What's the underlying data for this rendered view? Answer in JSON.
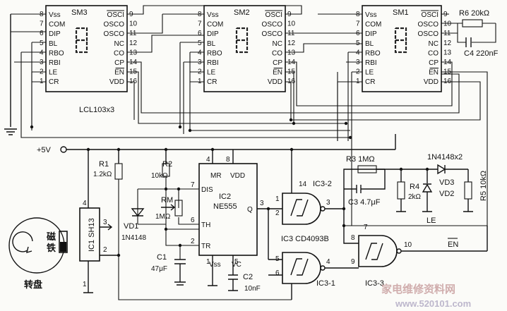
{
  "displays": [
    {
      "name": "SM3",
      "left": [
        "Vss",
        "COM",
        "DIP",
        "BL",
        "RBO",
        "RBI",
        "LE",
        "CR"
      ],
      "left_pins": [
        "8",
        "7",
        "6",
        "5",
        "4",
        "3",
        "2",
        "1"
      ],
      "right": [
        "OSCI",
        "OSCO",
        "OSCO",
        "NC",
        "CO",
        "CP",
        "EN",
        "VDD"
      ],
      "right_pins": [
        "9",
        "10",
        "11",
        "12",
        "13",
        "14",
        "15",
        "16"
      ]
    },
    {
      "name": "SM2",
      "left": [
        "Vss",
        "COM",
        "DIP",
        "BL",
        "RBO",
        "RBI",
        "LE",
        "CR"
      ],
      "left_pins": [
        "8",
        "7",
        "6",
        "5",
        "4",
        "3",
        "2",
        "1"
      ],
      "right": [
        "OSCI",
        "OSCO",
        "OSCO",
        "NC",
        "CO",
        "CP",
        "EN",
        "VDD"
      ],
      "right_pins": [
        "9",
        "10",
        "11",
        "12",
        "13",
        "14",
        "15",
        "16"
      ]
    },
    {
      "name": "SM1",
      "left": [
        "Vss",
        "COM",
        "DIP",
        "BL",
        "RBO",
        "RBI",
        "LE",
        "CR"
      ],
      "left_pins": [
        "8",
        "7",
        "6",
        "5",
        "4",
        "3",
        "2",
        "1"
      ],
      "right": [
        "OSCI",
        "OSCO",
        "OSCO",
        "NC",
        "CO",
        "CP",
        "EN",
        "VDD"
      ],
      "right_pins": [
        "9",
        "10",
        "11",
        "12",
        "13",
        "14",
        "15",
        "16"
      ]
    }
  ],
  "module_label": "LCL103x3",
  "supply": "+5V",
  "r6": "R6  20kΩ",
  "c4": "C4  220nF",
  "r1": "R1",
  "r1_val": "1.2kΩ",
  "r2": "R2",
  "r2_val": "10kΩ",
  "rm": "RM",
  "rm_val": "1MΩ",
  "vd1": "VD1",
  "vd1_val": "1N4148",
  "c1": "C1",
  "c1_val": "47μF",
  "c2": "C2",
  "c2_val": "10nF",
  "ic2": "IC2",
  "ic2_type": "NE555",
  "ic2_pins": {
    "mr": "MR",
    "vdd": "VDD",
    "dis": "DIS",
    "th": "TH",
    "tr": "TR",
    "vss": "Vss",
    "vc": "VC",
    "q": "Q"
  },
  "ic2_pin_nums": {
    "mr": "4",
    "vdd": "8",
    "dis": "7",
    "th": "6",
    "tr": "2",
    "vss": "1",
    "vc": "5",
    "q": "3"
  },
  "ic1": "IC1  SH13",
  "ic1_pins": [
    "4",
    "3",
    "2",
    "1"
  ],
  "turntable_label": "转盘",
  "magnet_label": "磁\n铁",
  "magnet_chars": [
    "磁",
    "铁"
  ],
  "r3": "R3   1MΩ",
  "diodes": "1N4148x2",
  "r4": "R4",
  "r4_val": "2kΩ",
  "vd2": "VD2",
  "vd3": "VD3",
  "r5": "R5  10kΩ",
  "c3": "C3  4.7μF",
  "le_label": "LE",
  "en_label": "EN",
  "ic3_2": "IC3-2",
  "ic3": "IC3  CD4093B",
  "ic3_1": "IC3-1",
  "ic3_3": "IC3-3",
  "ic3_pins": {
    "p14": "14",
    "p1": "1",
    "p2": "2",
    "p3": "3",
    "p5": "5",
    "p6": "6",
    "p4": "4",
    "p8": "8",
    "p9": "9",
    "p10": "10",
    "p7": "7"
  },
  "watermark": "家电维修资料网",
  "watermark_url": "www.520101.com"
}
